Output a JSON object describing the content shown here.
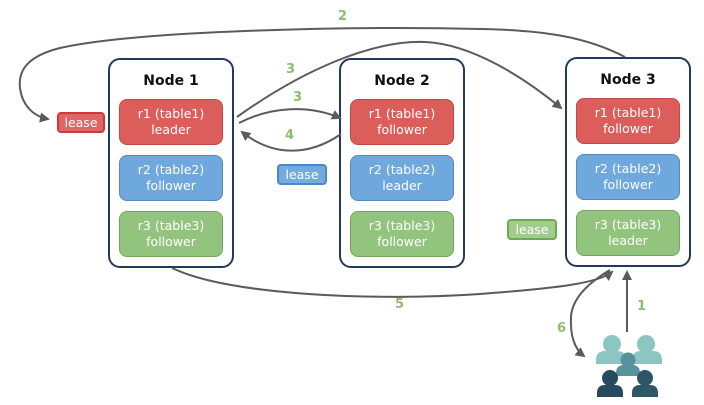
{
  "nodes": [
    {
      "title": "Node 1",
      "replicas": [
        {
          "label": "r1 (table1)",
          "role": "leader",
          "color": "#db5e5b"
        },
        {
          "label": "r2 (table2)",
          "role": "follower",
          "color": "#6fa8dc"
        },
        {
          "label": "r3 (table3)",
          "role": "follower",
          "color": "#93c47e"
        }
      ]
    },
    {
      "title": "Node 2",
      "replicas": [
        {
          "label": "r1 (table1)",
          "role": "follower",
          "color": "#db5e5b"
        },
        {
          "label": "r2 (table2)",
          "role": "leader",
          "color": "#6fa8dc"
        },
        {
          "label": "r3 (table3)",
          "role": "follower",
          "color": "#93c47e"
        }
      ]
    },
    {
      "title": "Node 3",
      "replicas": [
        {
          "label": "r1 (table1)",
          "role": "follower",
          "color": "#db5e5b"
        },
        {
          "label": "r2 (table2)",
          "role": "follower",
          "color": "#6fa8dc"
        },
        {
          "label": "r3 (table3)",
          "role": "leader",
          "color": "#93c47e"
        }
      ]
    }
  ],
  "leases": [
    {
      "label": "lease",
      "color": "#e06666"
    },
    {
      "label": "lease",
      "color": "#74aade"
    },
    {
      "label": "lease",
      "color": "#a0cd8c"
    }
  ],
  "arrow_labels": [
    {
      "step": "2"
    },
    {
      "step": "3"
    },
    {
      "step": "3"
    },
    {
      "step": "4"
    },
    {
      "step": "5"
    },
    {
      "step": "6"
    },
    {
      "step": "1"
    }
  ],
  "colors": {
    "replica_red": "#db5e5b",
    "replica_blue": "#6fa8dc",
    "replica_green": "#93c47e",
    "node_border": "#233a5c",
    "arrow": "#5b5b5b",
    "step_label": "#8abf6e",
    "users_back": "#8cc6c2",
    "users_center": "#56919c",
    "users_front_left": "#264a5e",
    "users_front_right": "#2d5666"
  },
  "icons": {
    "users_group": "users-group-icon"
  }
}
